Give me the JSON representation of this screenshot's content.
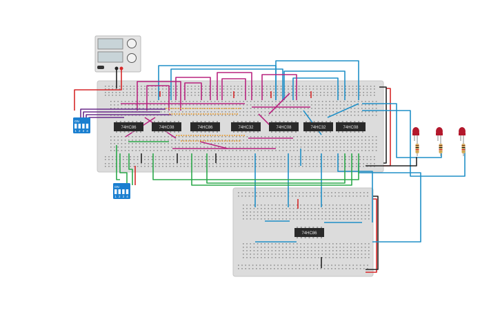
{
  "power_supply": {
    "label": "power supply",
    "wire_colors": [
      "#222222",
      "#d62728"
    ]
  },
  "dip_switches": [
    {
      "id": "dip-left",
      "on_label": "ON",
      "positions": [
        "1",
        "2",
        "3",
        "4"
      ]
    },
    {
      "id": "dip-bottom",
      "on_label": "ON",
      "positions": [
        "1",
        "2",
        "3",
        "4"
      ]
    }
  ],
  "chips_top": [
    {
      "label": "74HC86"
    },
    {
      "label": "74HC08"
    },
    {
      "label": "74HC86"
    },
    {
      "label": "74HC32"
    },
    {
      "label": "74HC08"
    },
    {
      "label": "74HC32"
    },
    {
      "label": "74HC08"
    }
  ],
  "chips_bottom": [
    {
      "label": "74HC86"
    }
  ],
  "leds": [
    {
      "color": "#b3182c"
    },
    {
      "color": "#b3182c"
    },
    {
      "color": "#b3182c"
    }
  ],
  "colors": {
    "breadboard": "#dcdcdc",
    "wire_blue": "#1f8fc7",
    "wire_magenta": "#b8237f",
    "wire_green": "#2ba84a",
    "wire_orange": "#e89a2c",
    "wire_purple": "#6a2a8a",
    "wire_red": "#d62728",
    "wire_black": "#222222",
    "dip_blue": "#1a7fd0",
    "chip_body": "#2a2a2a"
  }
}
